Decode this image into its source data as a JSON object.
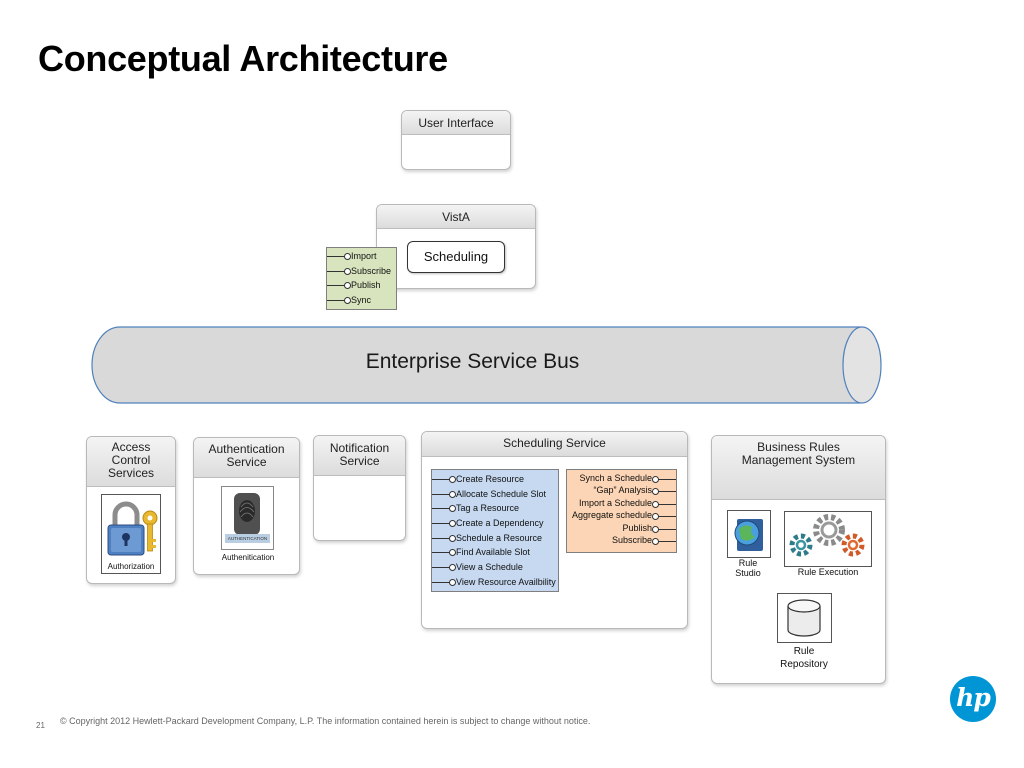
{
  "title": "Conceptual Architecture",
  "user_interface": {
    "label": "User Interface"
  },
  "vista": {
    "label": "VistA",
    "scheduling": "Scheduling",
    "interfaces": [
      "Import",
      "Subscribe",
      "Publish",
      "Sync"
    ]
  },
  "esb": {
    "label": "Enterprise Service Bus"
  },
  "access_control": {
    "label": "Access Control Services",
    "caption": "Authorization"
  },
  "authentication": {
    "label": "Authentication Service",
    "caption": "Authenitication",
    "device_text": "AUTHENTICATION"
  },
  "notification": {
    "label": "Notification Service"
  },
  "scheduling_service": {
    "label": "Scheduling Service",
    "left_items": [
      "Create Resource",
      "Allocate Schedule Slot",
      "Tag a Resource",
      "Create a Dependency",
      "Schedule a Resource",
      "Find Available Slot",
      "View a Schedule",
      "View Resource Availbility"
    ],
    "right_items": [
      "Synch a Schedule",
      "“Gap” Analysis",
      "Import a Schedule",
      "Aggregate schedule",
      "Publish",
      "Subscribe"
    ]
  },
  "brms": {
    "label": "Business Rules Management System",
    "rule_studio": "Rule Studio",
    "rule_execution": "Rule Execution",
    "rule_repository": "Rule Repository"
  },
  "footer": {
    "page_number": "21",
    "copyright": "© Copyright 2012 Hewlett-Packard Development Company, L.P.  The information contained herein is subject to change without notice.",
    "logo_text": "hp"
  },
  "colors": {
    "blue_box": "#c6d9f1",
    "orange_box": "#fbd5b5",
    "green_box": "#d7e4bd",
    "esb_fill": "#d9d9d9",
    "esb_stroke": "#4f81bd",
    "hp_blue": "#0096d6"
  }
}
